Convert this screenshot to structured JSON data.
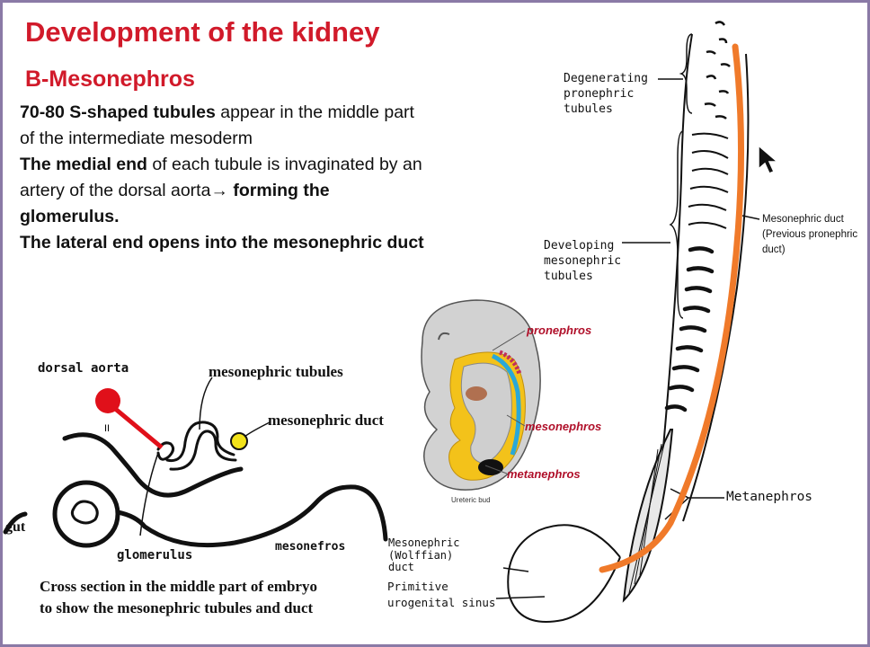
{
  "slide": {
    "title": "Development of the kidney",
    "subtitle": "B-Mesonephros",
    "paragraph": {
      "p1_bold": "70-80 S-shaped tubules",
      "p1_rest": " appear in the middle part of the intermediate mesoderm",
      "p2_bold": "The medial end",
      "p2_rest": " of each tubule is invaginated by an artery of the dorsal aorta",
      "arrow": "→",
      "p2_bold2": " forming the glomerulus.",
      "p3_bold": "The lateral end opens into the mesonephric duct"
    }
  },
  "cross_section": {
    "dorsal_aorta": "dorsal aorta",
    "mesonephric_tubules": "mesonephric tubules",
    "mesonephric_duct": "mesonephric duct",
    "gut": "gut",
    "glomerulus": "glomerulus",
    "mesonefros": "mesonefros",
    "caption_line1": "Cross section in the middle part of embryo",
    "caption_line2": "to show the mesonephric tubules and duct",
    "aorta_color": "#e0101a",
    "duct_color": "#f2e21a"
  },
  "embryo": {
    "pronephros": "pronephros",
    "mesonephros": "mesonephros",
    "metanephros": "metanephros",
    "ureteric_bud": "Ureteric bud"
  },
  "long_diagram": {
    "degenerating": "Degenerating\npronephric\ntubules",
    "developing": "Developing\nmesonephric\ntubules",
    "mesonephric_duct_prev": "Mesonephric duct\n(Previous pronephric\nduct)",
    "metanephros": "Metanephros",
    "wolffian": "Mesonephric\n(Wolffian)\nduct",
    "primitive_sinus": "Primitive\nurogenital sinus",
    "duct_color": "#f07a2a"
  },
  "colors": {
    "title_red": "#d11a2a",
    "frame": "#8a7aa6"
  }
}
